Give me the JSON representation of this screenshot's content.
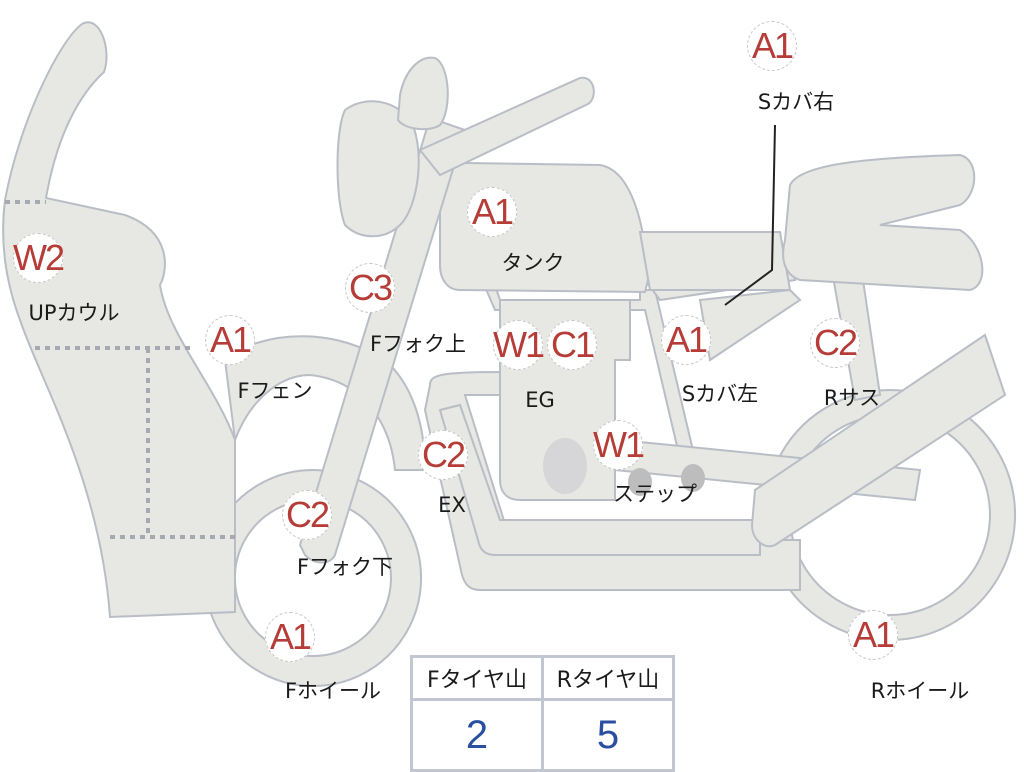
{
  "markers": [
    {
      "code": "A1",
      "label": "Sカバ右"
    },
    {
      "code": "A1",
      "label": "タンク"
    },
    {
      "code": "W2",
      "label": "UPカウル"
    },
    {
      "code": "C3",
      "label": "Fフォク上"
    },
    {
      "code": "A1",
      "label": "Fフェン"
    },
    {
      "code": "W1",
      "label": "EG"
    },
    {
      "code": "C1",
      "label": ""
    },
    {
      "code": "A1",
      "label": "Sカバ左"
    },
    {
      "code": "C2",
      "label": "Rサス"
    },
    {
      "code": "C2",
      "label": "EX"
    },
    {
      "code": "W1",
      "label": "ステップ"
    },
    {
      "code": "C2",
      "label": "Fフォク下"
    },
    {
      "code": "A1",
      "label": "Fホイール"
    },
    {
      "code": "A1",
      "label": "Rホイール"
    }
  ],
  "tire_table": {
    "headers": [
      "Fタイヤ山",
      "Rタイヤ山"
    ],
    "values": [
      "2",
      "5"
    ]
  },
  "colors": {
    "part_fill": "#e7e7e3",
    "part_stroke": "#b9bdc6",
    "code_red": "#b63c38",
    "value_blue": "#2a4ea0"
  }
}
